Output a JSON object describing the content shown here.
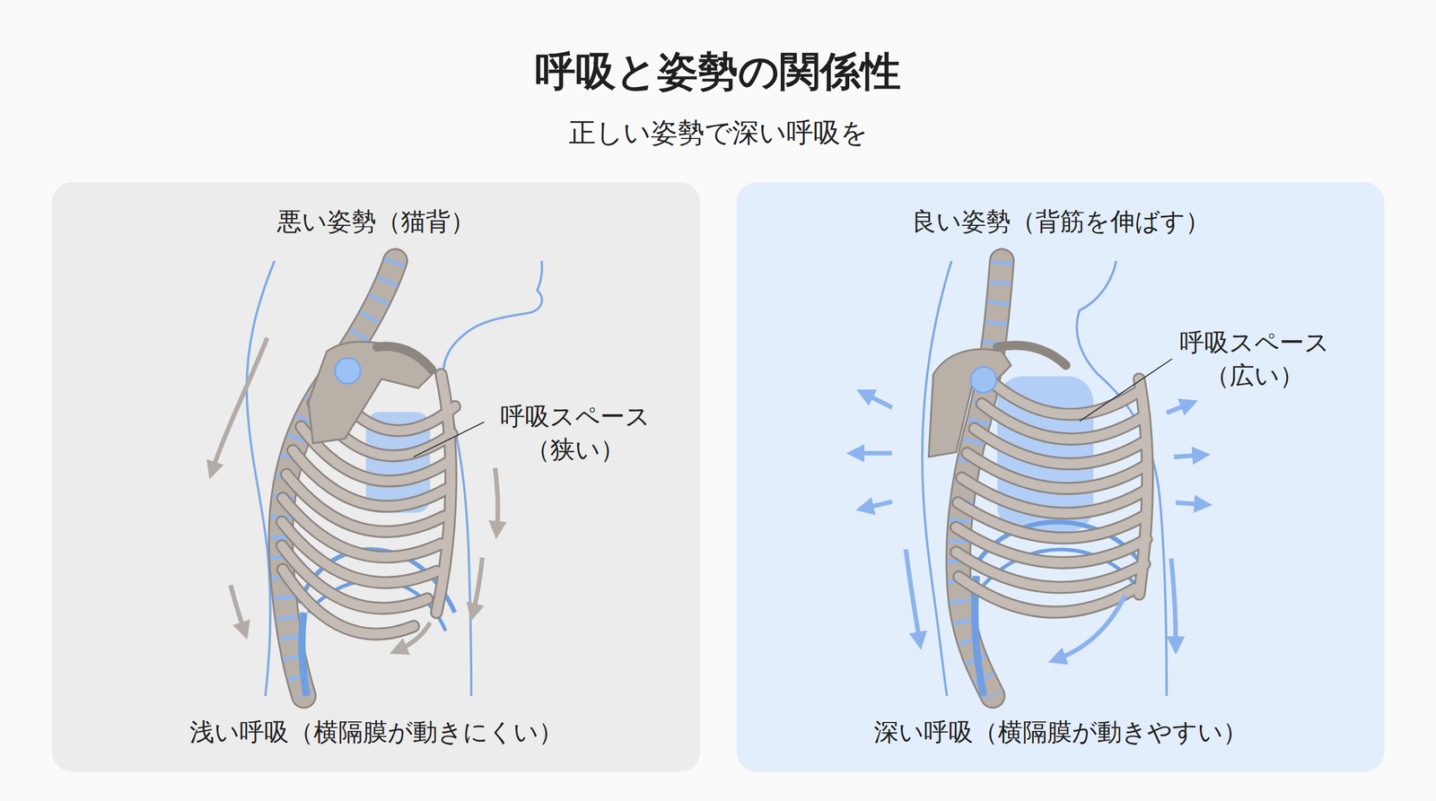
{
  "diagram": {
    "title": "呼吸と姿勢の関係性",
    "nodes": [
      {
        "text": [
          "悪い姿勢（猫背）",
          "浅い呼吸（横隔膜が動きにくい）"
        ]
      },
      {
        "text": [
          "良い姿勢（背筋を伸ばす）",
          "深い呼吸（横隔膜が動きやすい）"
        ]
      }
    ],
    "labels": [
      "正しい姿勢で深い呼吸を",
      "呼吸スペース （狭い）",
      "呼吸スペース （広い）"
    ]
  }
}
